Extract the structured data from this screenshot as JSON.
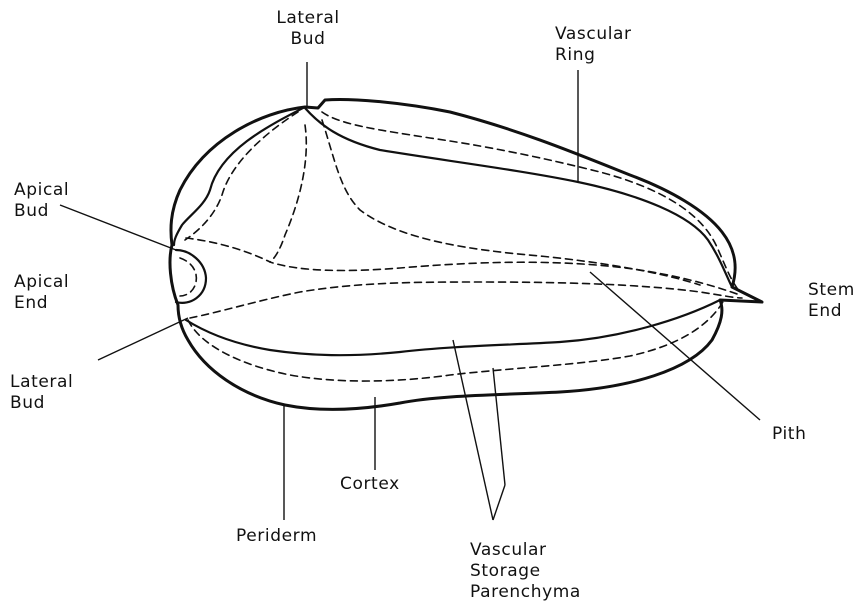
{
  "labels": {
    "lateral_bud_top": [
      "Lateral",
      "Bud"
    ],
    "vascular_ring": [
      "Vascular",
      "Ring"
    ],
    "apical_bud": [
      "Apical",
      "Bud"
    ],
    "apical_end": [
      "Apical",
      "End"
    ],
    "stem_end": [
      "Stem",
      "End"
    ],
    "lateral_bud_bottom": [
      "Lateral",
      "Bud"
    ],
    "pith": "Pith",
    "cortex": "Cortex",
    "periderm": "Periderm",
    "vascular_storage_parenchyma": [
      "Vascular",
      "Storage",
      "Parenchyma"
    ]
  }
}
